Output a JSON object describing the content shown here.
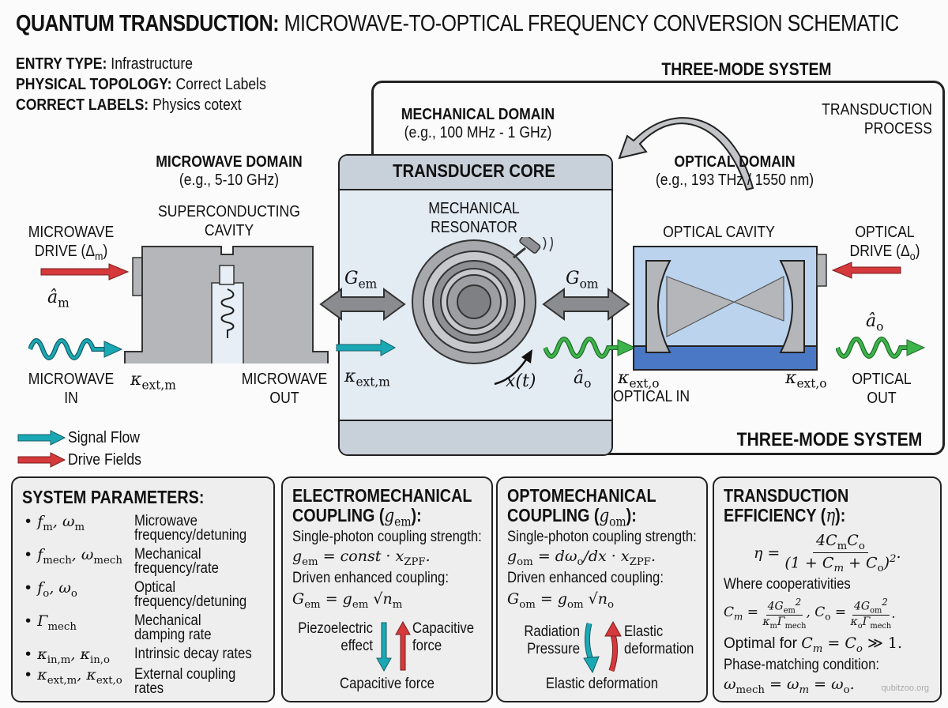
{
  "title": {
    "bold": "QUANTUM TRANSDUCTION:",
    "rest": "MICROWAVE-TO-OPTICAL FREQUENCY CONVERSION SCHEMATIC"
  },
  "meta": [
    {
      "key": "ENTRY TYPE:",
      "value": "Infrastructure"
    },
    {
      "key": "PHYSICAL TOPOLOGY:",
      "value": "Correct Labels"
    },
    {
      "key": "CORRECT LABELS:",
      "value": "Physics cotext"
    }
  ],
  "three_mode": {
    "top_label": "THREE-MODE SYSTEM",
    "bottom_label": "THREE-MODE SYSTEM"
  },
  "transduction_process": {
    "line1": "TRANSDUCTION",
    "line2": "PROCESS"
  },
  "microwave": {
    "domain": "MICROWAVE DOMAIN",
    "range": "(e.g., 5-10 GHz)",
    "cavity_line1": "SUPERCONDUCTING",
    "cavity_line2": "CAVITY",
    "drive_line1": "MICROWAVE",
    "drive_line2": "DRIVE (Δ",
    "drive_sub": "m",
    "drive_end": ")",
    "mode_op": "â",
    "mode_sub": "m",
    "in_line1": "MICROWAVE",
    "in_line2": "IN",
    "out_line1": "MICROWAVE",
    "out_line2": "OUT",
    "kappa": "κ",
    "kappa_sub": "ext,m"
  },
  "mechanical": {
    "domain": "MECHANICAL DOMAIN",
    "range": "(e.g., 100 MHz - 1 GHz)",
    "core_title": "TRANSDUCER CORE",
    "resonator_line1": "MECHANICAL",
    "resonator_line2": "RESONATOR",
    "g_em": "G",
    "g_em_sub": "em",
    "g_om": "G",
    "g_om_sub": "om",
    "displacement": "x(t)",
    "kappa": "κ",
    "kappa_sub": "ext,m",
    "mode_op": "â",
    "mode_sub": "o"
  },
  "optical": {
    "domain": "OPTICAL DOMAIN",
    "range": "(e.g., 193 THz / 1550 nm)",
    "cavity": "OPTICAL CAVITY",
    "drive_line1": "OPTICAL",
    "drive_line2": "DRIVE (Δ",
    "drive_sub": "o",
    "drive_end": ")",
    "mode_op": "â",
    "mode_sub": "o",
    "in_label": "OPTICAL IN",
    "out_line1": "OPTICAL",
    "out_line2": "OUT",
    "kappa": "κ",
    "kappa_sub": "ext,o"
  },
  "legend": [
    {
      "label": "Signal Flow",
      "color": "#1ba8b5",
      "icon": "arrow-right-icon"
    },
    {
      "label": "Drive Fields",
      "color": "#d6393b",
      "icon": "arrow-right-icon"
    }
  ],
  "colors": {
    "signal": "#1ba8b5",
    "drive": "#d6393b",
    "optical_signal": "#3db34a",
    "optical_cavity": "#bcd3ee",
    "waveguide": "#4a78c4",
    "metal": "#b4b6b9"
  },
  "params_panel": {
    "title": "SYSTEM PARAMETERS:",
    "items": [
      {
        "symbol": "f_m, ω_m",
        "desc1": "Microwave",
        "desc2": "frequency/detuning"
      },
      {
        "symbol": "f_mech, ω_mech",
        "desc1": "Mechanical",
        "desc2": "frequency/rate"
      },
      {
        "symbol": "f_o, ω_o",
        "desc1": "Optical",
        "desc2": "frequency/detuning"
      },
      {
        "symbol": "Γ_mech",
        "desc1": "Mechanical",
        "desc2": "damping rate"
      },
      {
        "symbol": "κ_in,m, κ_in,o",
        "desc1": "Intrinsic decay rates",
        "desc2": ""
      },
      {
        "symbol": "κ_ext,m, κ_ext,o",
        "desc1": "External coupling",
        "desc2": "rates"
      }
    ]
  },
  "em_panel": {
    "title1": "ELECTROMECHANICAL",
    "title2": "COUPLING (",
    "title_sym": "g",
    "title_sub": "em",
    "title_end": "):",
    "line1": "Single-photon coupling strength:",
    "eq1": "g_em = const · x_ZPF.",
    "line2": "Driven enhanced coupling:",
    "eq2": "G_em = g_em √n_m",
    "left_label1": "Piezoelectric",
    "left_label2": "effect",
    "right_label1": "Capacitive",
    "right_label2": "force",
    "bottom_label": "Capacitive force"
  },
  "om_panel": {
    "title1": "OPTOMECHANICAL",
    "title2": "COUPLING (",
    "title_sym": "g",
    "title_sub": "om",
    "title_end": "):",
    "line1": "Single-photon coupling strength:",
    "eq1": "g_om = dω_o/dx · x_ZPF.",
    "line2": "Driven enhanced coupling:",
    "eq2": "G_om = g_om √n_o",
    "left_label1": "Radiation",
    "left_label2": "Pressure",
    "right_label1": "Elastic",
    "right_label2": "deformation",
    "bottom_label": "Elastic deformation"
  },
  "eff_panel": {
    "title1": "TRANSDUCTION",
    "title2": "EFFICIENCY (",
    "title_sym": "η",
    "title_end": "):",
    "eq_eta": "η = 4C_mC_o / (1 + C_m + C_o)².",
    "line1": "Where cooperativities",
    "eq_coop": "C_m = 4G_em² / κ_mΓ_mech, C_o = 4G_om² / κ_oΓ_mech.",
    "optimal": "Optimal for C_m = C_o ≫ 1.",
    "line2": "Phase-matching condition:",
    "eq_phase": "ω_mech = ω_m = ω_o."
  },
  "watermark": "qubitzoo.org"
}
